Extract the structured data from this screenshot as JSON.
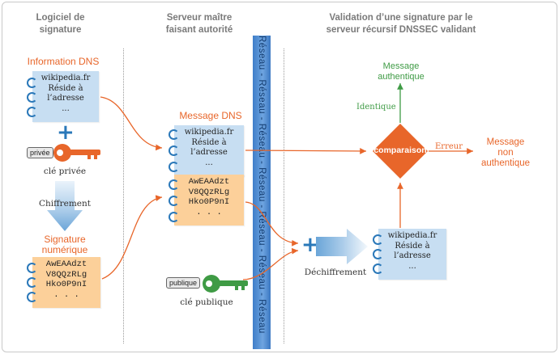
{
  "columns": {
    "left": [
      "Logiciel de",
      "signature"
    ],
    "middle": [
      "Serveur maître",
      "faisant autorité"
    ],
    "right": [
      "Validation d’une signature par le",
      "serveur récursif DNSSEC validant"
    ]
  },
  "left": {
    "info_caption": "Information DNS",
    "info_note": [
      "wikipedia.fr",
      "Réside à",
      "l’adresse",
      "..."
    ],
    "private_key_tag": "privée",
    "private_key_label": "clé privée",
    "encrypt_label": "Chiffrement",
    "signature_caption": [
      "Signature",
      "numérique"
    ],
    "signature_note": [
      "AwEAAdzt",
      "V8QQzRLg",
      "Hko0P9nI",
      ". . ."
    ]
  },
  "middle": {
    "message_caption": "Message DNS",
    "message_note": [
      "wikipedia.fr",
      "Réside à",
      "l’adresse",
      "..."
    ],
    "message_sig": [
      "AwEAAdzt",
      "V8QQzRLg",
      "Hko0P9nI",
      ". . ."
    ],
    "public_key_tag": "publique",
    "public_key_label": "clé publique",
    "network_label": "Réseau - Réseau - Réseau - Réseau - Réseau - Réseau - Réseau"
  },
  "right": {
    "decrypt_label": "Déchiffrement",
    "decrypted_note": [
      "wikipedia.fr",
      "Réside à",
      "l’adresse",
      "..."
    ],
    "compare_label": "comparaison",
    "identical_label": "Identique",
    "error_label": "Erreur",
    "authentic": [
      "Message",
      "authentique"
    ],
    "not_authentic": [
      "Message",
      "non",
      "authentique"
    ]
  },
  "colors": {
    "orange": "#e8662a",
    "green": "#3f9b45",
    "blue_note": "#c7def2",
    "orange_note": "#fcd09a",
    "ring_blue": "#2a78b9"
  }
}
